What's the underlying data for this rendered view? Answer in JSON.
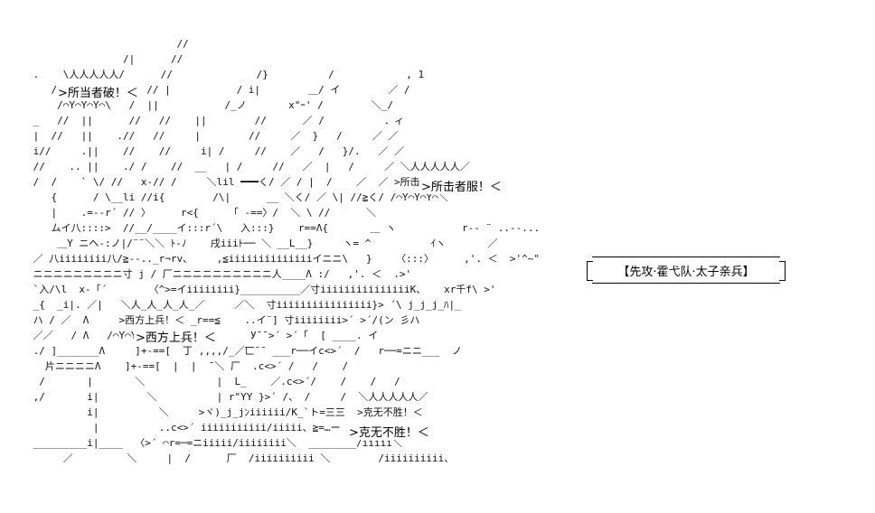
{
  "art_lines": [
    "                         //",
    "                /|      //",
    " .    \\人人人人人/      //              /}          /            , 1",
    "    / >所当者破！＜   // |           / i|        ＿/ イ        ／ /",
    "     /⌒Y⌒Y⌒Y⌒\\   /  ||           /_ノ       x\"ｰ' /        ＼_/",
    " _   //  ||      //   //    ||        //      ／ /          ．ィ",
    " |  //   ||    .//   //     |        //     ／  }   /     ／ ／",
    " i//     .||    //    //     i| /     //    ／   /   }/.   ／ ／",
    " //    .. ||    ./ /    //  __   | /     //   ／  |   /     ／ ＼人人人人人／",
    " /  /    ` \\/ //   x-// /     ＼lil ━━━く/ ／ / |  /    ／  ／ >所击者服！＜",
    "    {      / \\__li //i{        /\\|      __ ＼く/ ／ \\| //≧く/ /⌒Y⌒Y⌒Y⌒＼",
    "    |    .=--r´ // 〉     r<{     「 -==〉/  ＼ \\ //      ＼",
    "    ムイ八::::>  //__/____イ:::r´\\   入:::}    r==Λ{       ＿ ヽ           r-- ¨ ..--...",
    "     ＿Y ニヘ-:ノ|/¨¨＼＼ ﾄ-ﾉ    戌iiiﾄ── ＼ __L__}     ヽ= ^          ｲヽ       ／",
    " ／ 八iiiiiiii八/≧--.._r¬rv、    ,≦iiiiiiiiiiiiiiイニニ\\   }    〈:::〉     ,'. ＜  >'^~\"",
    " ニニニニニニニニニ寸 j / 厂ニニニニニニニニニニ人____Λ :/   ,'. ＜  .>'",
    " `入/\\l  x-「´       〈^>=イiiiiiiii}__________／寸iiiiiiiiiiiiiiiK、   xr千f\\ >'",
    " _{  _i|. ／|   ＼人_人_人_人_／     ／＼  寸iiiiiiiiiiiiiiii}> ´\\ j_j_j_ﾊ|_",
    " ハ / ／  Λ     >西方上兵！＜ _r==≦    ..イ¨] 寸iiiiiiii>´ >´/(ン 彡ハ",
    " ／／   / Λ   /⌒Y⌒Y⌒Y⌒＼  r<、イ       У¯¯>´ >´「  [ ____. イ",
    " ./ ]_______Λ     ]+-==[  丁 ,,,,/_／匸¯¯ ___r──イc<>´  /   r──=ニニ___  ノ",
    "   片ニニニニΛ    ]+-==[  |  |  ¯＼ 厂  .c<>´ /   /    /",
    "  /       |       ＼            |  L_    ／.c<>´/    /    /   /",
    " ,/       i|        ＼          | r\"YY }>´ /、 /     /  ＼人人人人人／",
    "          i|          ＼     >ヾ)_j_jﾝiiiiii/K_`ト=三三  >克无不胜！＜",
    "           |          ..c<>´ iiiiiiiiiii/iiiii、≧=…ー ／⌒Y⌒Y⌒Y⌒＼",
    " _________i|____  〈>´ ⌒r=─=ニiiiii/iiiiiiii＼  ________/iiiii＼",
    "      ／         ＼     |  /      厂  /iiiiiiiiii ＼        /iiiiiiiiii、"
  ],
  "callouts": {
    "top_left": ">所当者破！＜",
    "right_upper": ">所击者服！＜",
    "middle_left": ">西方上兵！＜",
    "bottom_right": ">克无不胜！＜"
  },
  "label": "【先攻·霍弋队·太子亲兵】"
}
